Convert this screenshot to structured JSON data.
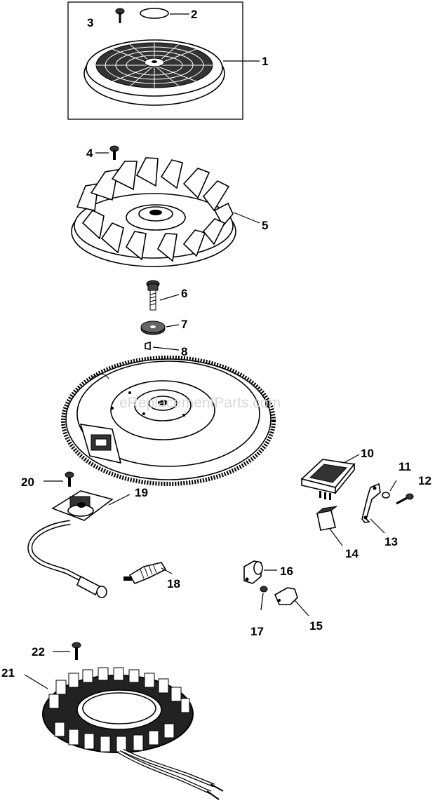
{
  "watermark": "eReplacementParts.com",
  "callouts": [
    "1",
    "2",
    "3",
    "4",
    "5",
    "6",
    "7",
    "8",
    "10",
    "11",
    "12",
    "13",
    "14",
    "15",
    "16",
    "17",
    "18",
    "19",
    "20",
    "21",
    "22"
  ]
}
